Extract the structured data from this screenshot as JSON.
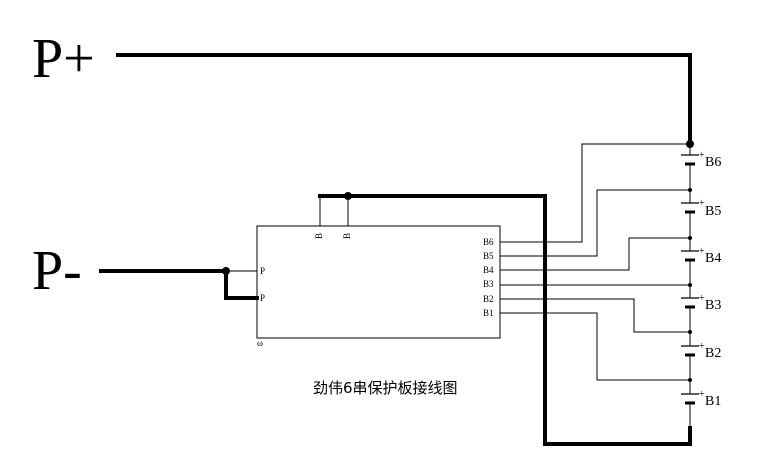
{
  "labels": {
    "p_plus": "P+",
    "p_minus": "P-",
    "caption": "劲伟6串保护板接线图",
    "board_corner": "ω"
  },
  "board": {
    "top_pins": [
      "B",
      "B"
    ],
    "left_pins": [
      "P",
      "P"
    ],
    "right_pins": [
      "B6",
      "B5",
      "B4",
      "B3",
      "B2",
      "B1"
    ]
  },
  "cells": [
    {
      "name": "B6",
      "plus": "+"
    },
    {
      "name": "B5",
      "plus": "+"
    },
    {
      "name": "B4",
      "plus": "+"
    },
    {
      "name": "B3",
      "plus": "+"
    },
    {
      "name": "B2",
      "plus": "+"
    },
    {
      "name": "B1",
      "plus": "+"
    }
  ],
  "colors": {
    "line": "#000000",
    "background": "#ffffff"
  }
}
